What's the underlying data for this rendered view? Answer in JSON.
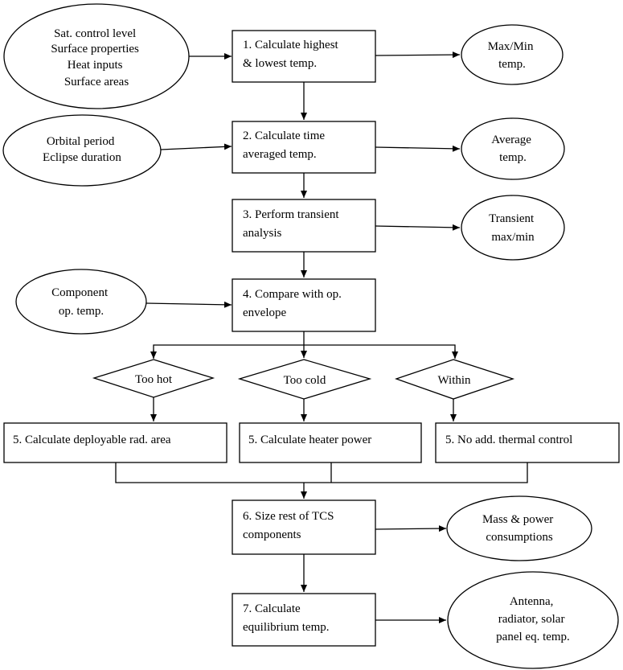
{
  "inputs": {
    "sat_params": [
      "Sat. control level",
      "Surface properties",
      "Heat inputs",
      "Surface areas"
    ],
    "orbital": [
      "Orbital period",
      "Eclipse duration"
    ],
    "component_temp": [
      "Component",
      "op. temp."
    ]
  },
  "steps": {
    "s1": [
      "1. Calculate highest",
      "& lowest temp."
    ],
    "s2": [
      "2. Calculate time",
      "averaged temp."
    ],
    "s3": [
      "3. Perform transient",
      "analysis"
    ],
    "s4": [
      "4. Compare with op.",
      "envelope"
    ],
    "s5_hot": [
      "5. Calculate deployable rad. area"
    ],
    "s5_cold": [
      "5. Calculate heater power"
    ],
    "s5_within": [
      "5. No add. thermal control"
    ],
    "s6": [
      "6. Size rest of TCS",
      "components"
    ],
    "s7": [
      "7. Calculate",
      "equilibrium temp."
    ]
  },
  "decisions": {
    "too_hot": [
      "Too hot"
    ],
    "too_cold": [
      "Too cold"
    ],
    "within": [
      "Within"
    ]
  },
  "outputs": {
    "maxmin": [
      "Max/Min",
      "temp."
    ],
    "average": [
      "Average",
      "temp."
    ],
    "transient": [
      "Transient",
      "max/min"
    ],
    "mass_power": [
      "Mass & power",
      "consumptions"
    ],
    "eq_temp": [
      "Antenna,",
      "radiator, solar",
      "panel eq. temp."
    ]
  }
}
